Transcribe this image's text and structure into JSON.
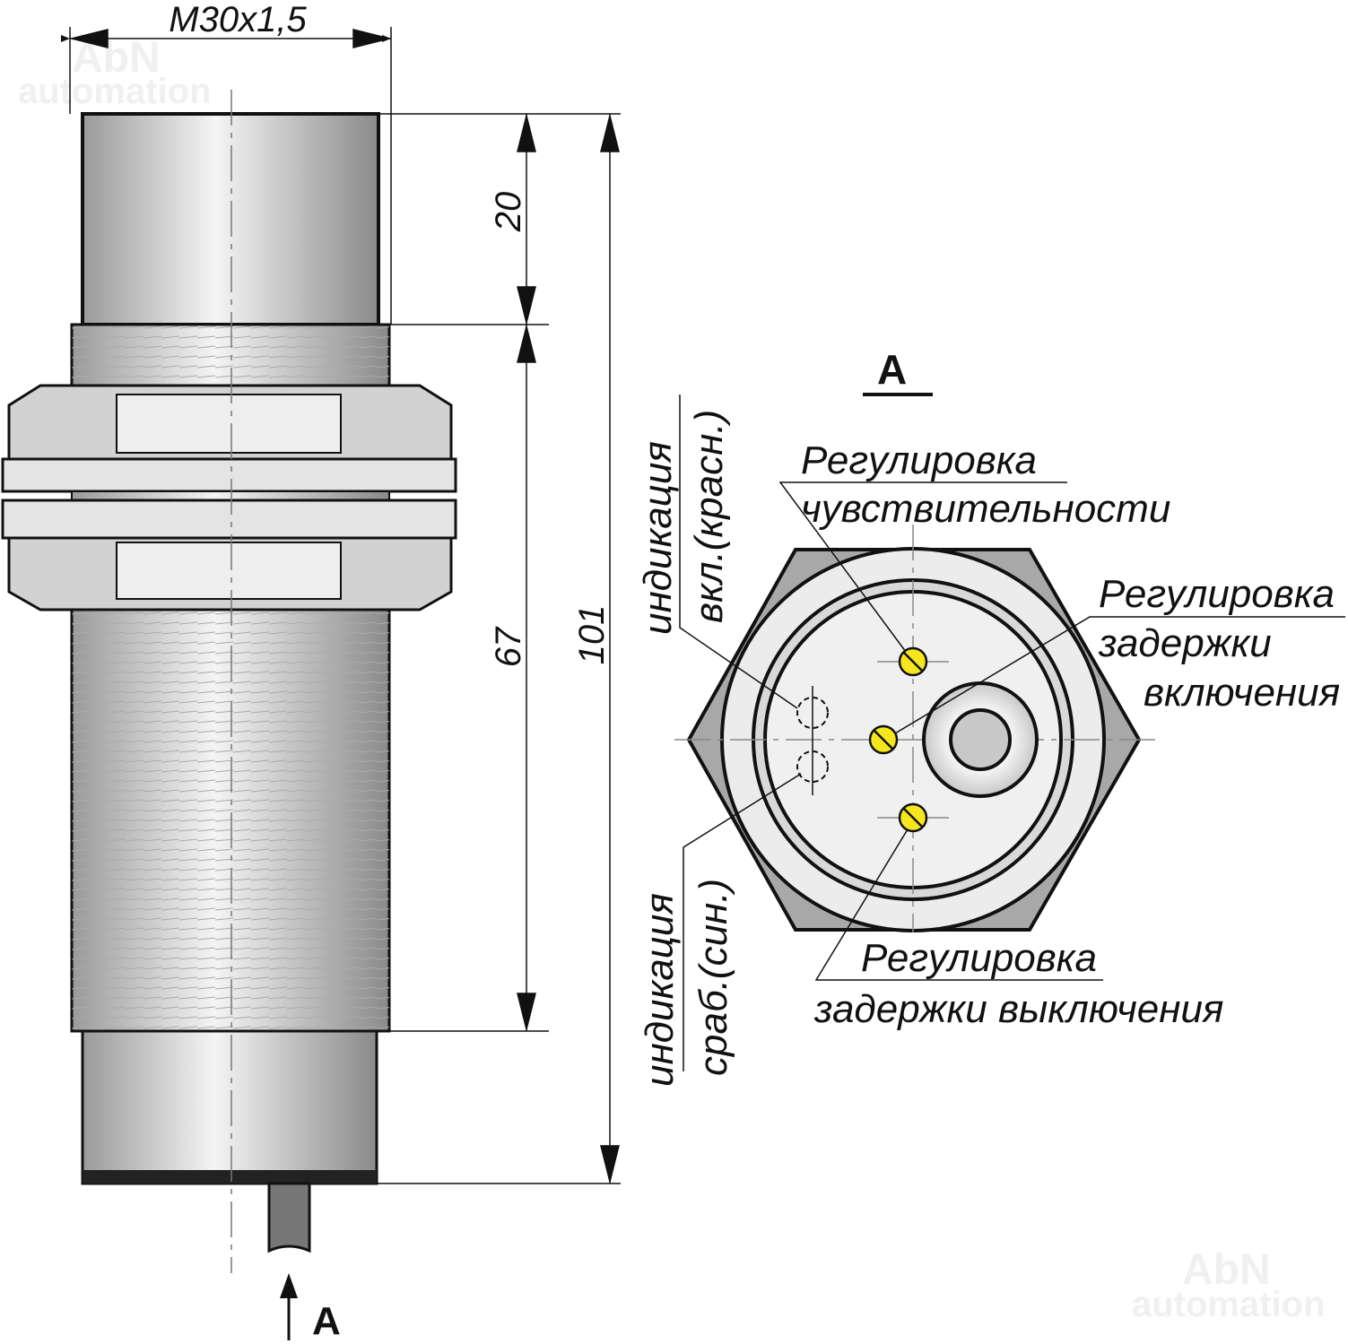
{
  "watermark": {
    "line1": "AbN",
    "line2": "automation"
  },
  "dimensions": {
    "thread": "M30x1,5",
    "cap_length": "20",
    "thread_length": "67",
    "total_length": "101"
  },
  "view_marker": "A",
  "view_title": "A",
  "labels": {
    "sensitivity_1": "Регулировка",
    "sensitivity_2": "чувствительности",
    "on_delay_1": "Регулировка",
    "on_delay_2": "задержки",
    "on_delay_3": "включения",
    "off_delay_1": "Регулировка",
    "off_delay_2": "задержки выключения",
    "ind_on_1": "индикация",
    "ind_on_2": "вкл.(красн.)",
    "ind_trig_1": "индикация",
    "ind_trig_2": "сраб.(син.)"
  },
  "colors": {
    "screw": "#f5e61e",
    "body": "#d8d8d8",
    "hex": "#a8a8a8"
  }
}
